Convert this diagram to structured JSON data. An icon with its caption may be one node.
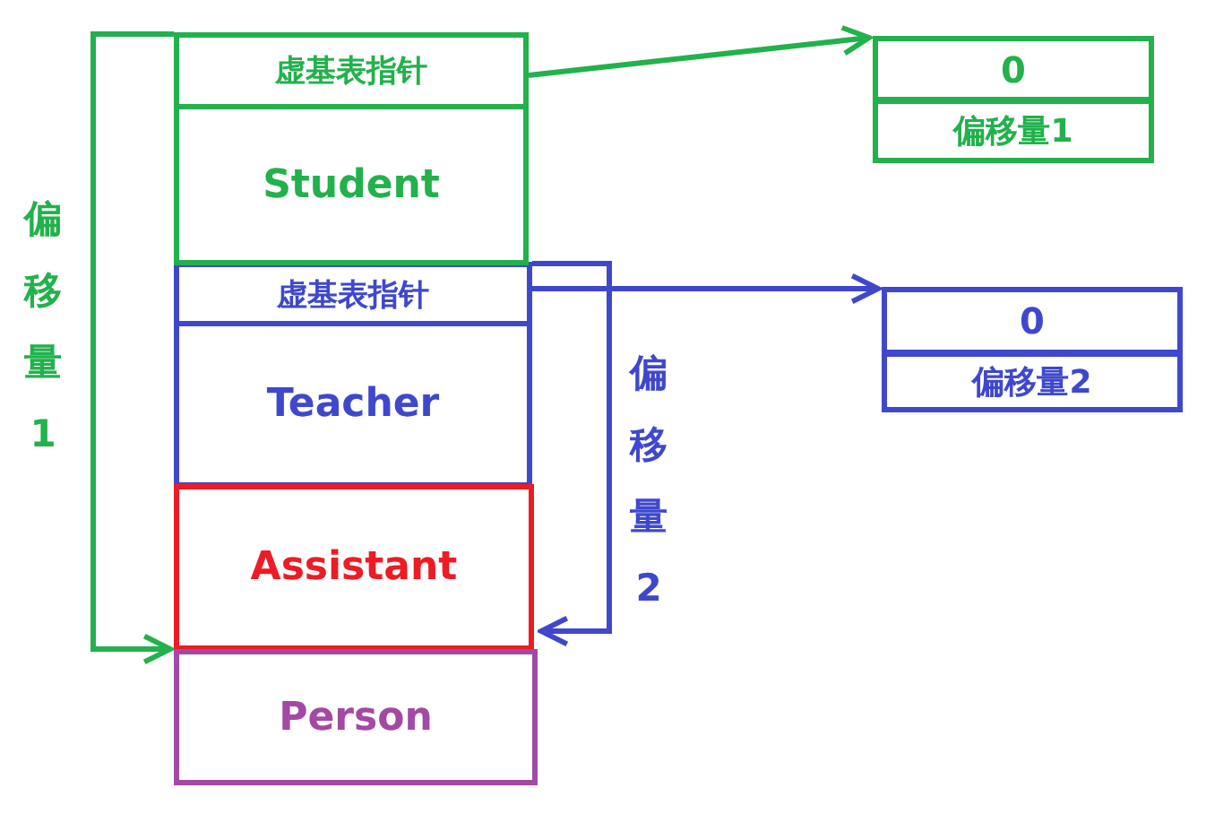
{
  "diagram": {
    "nodes": [
      {
        "text": [
          "虚基表指针"
        ]
      },
      {
        "text": [
          "Student"
        ]
      },
      {
        "text": [
          "虚基表指针"
        ]
      },
      {
        "text": [
          "Teacher"
        ]
      },
      {
        "text": [
          "Assistant"
        ]
      },
      {
        "text": [
          "Person"
        ]
      },
      {
        "text": [
          "0"
        ]
      },
      {
        "text": [
          "偏移量1"
        ]
      },
      {
        "text": [
          "0"
        ]
      },
      {
        "text": [
          "偏移量2"
        ]
      }
    ],
    "edges": [
      {
        "from": 0,
        "to": 6,
        "arrow": "to",
        "color": "#22b14c"
      },
      {
        "from": 2,
        "to": 8,
        "arrow": "to",
        "color": "#3f48cc"
      },
      {
        "from": 0,
        "to": 5,
        "arrow": "to",
        "label": "偏移量1",
        "color": "#22b14c"
      },
      {
        "from": 2,
        "to": 5,
        "arrow": "to",
        "label": "偏移量2",
        "color": "#3f48cc"
      }
    ]
  }
}
